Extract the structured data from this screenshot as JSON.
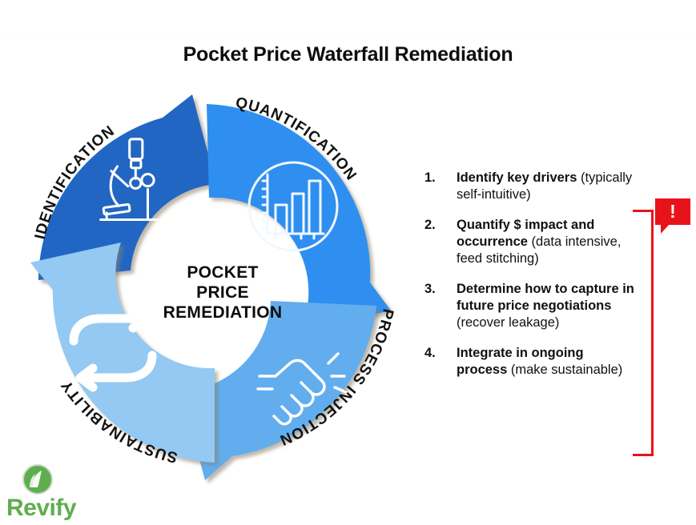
{
  "slide": {
    "title": "Pocket Price Waterfall Remediation",
    "background": "#ffffff"
  },
  "cycle": {
    "center_line1": "POCKET",
    "center_line2": "PRICE",
    "center_line3": "REMEDIATION",
    "quadrants": [
      {
        "label": "IDENTIFICATION",
        "icon": "microscope-icon",
        "color": "#2266c4",
        "position": "top-left"
      },
      {
        "label": "QUANTIFICATION",
        "icon": "bar-chart-icon",
        "color": "#2e8ff0",
        "position": "top-right"
      },
      {
        "label": "PROCESS INJECTION",
        "icon": "handshake-icon",
        "color": "#62adee",
        "position": "bottom-right"
      },
      {
        "label": "SUSTAINABILITY",
        "icon": "recycle-loop-icon",
        "color": "#93c9f2",
        "position": "bottom-left"
      }
    ]
  },
  "steps": [
    {
      "number": "1.",
      "head": "Identify key drivers ",
      "sub": "(typically self-intuitive)"
    },
    {
      "number": "2.",
      "head": "Quantify $ impact and occurrence ",
      "sub": "(data intensive, feed stitching)"
    },
    {
      "number": "3.",
      "head": "Determine how to capture in future price negotiations ",
      "sub": "(recover leakage)"
    },
    {
      "number": "4.",
      "head": "Integrate in ongoing process ",
      "sub": "(make sustainable)"
    }
  ],
  "callout": {
    "symbol": "!",
    "color": "#e8131a"
  },
  "logo": {
    "name": "Revify",
    "color": "#5fae4e"
  }
}
